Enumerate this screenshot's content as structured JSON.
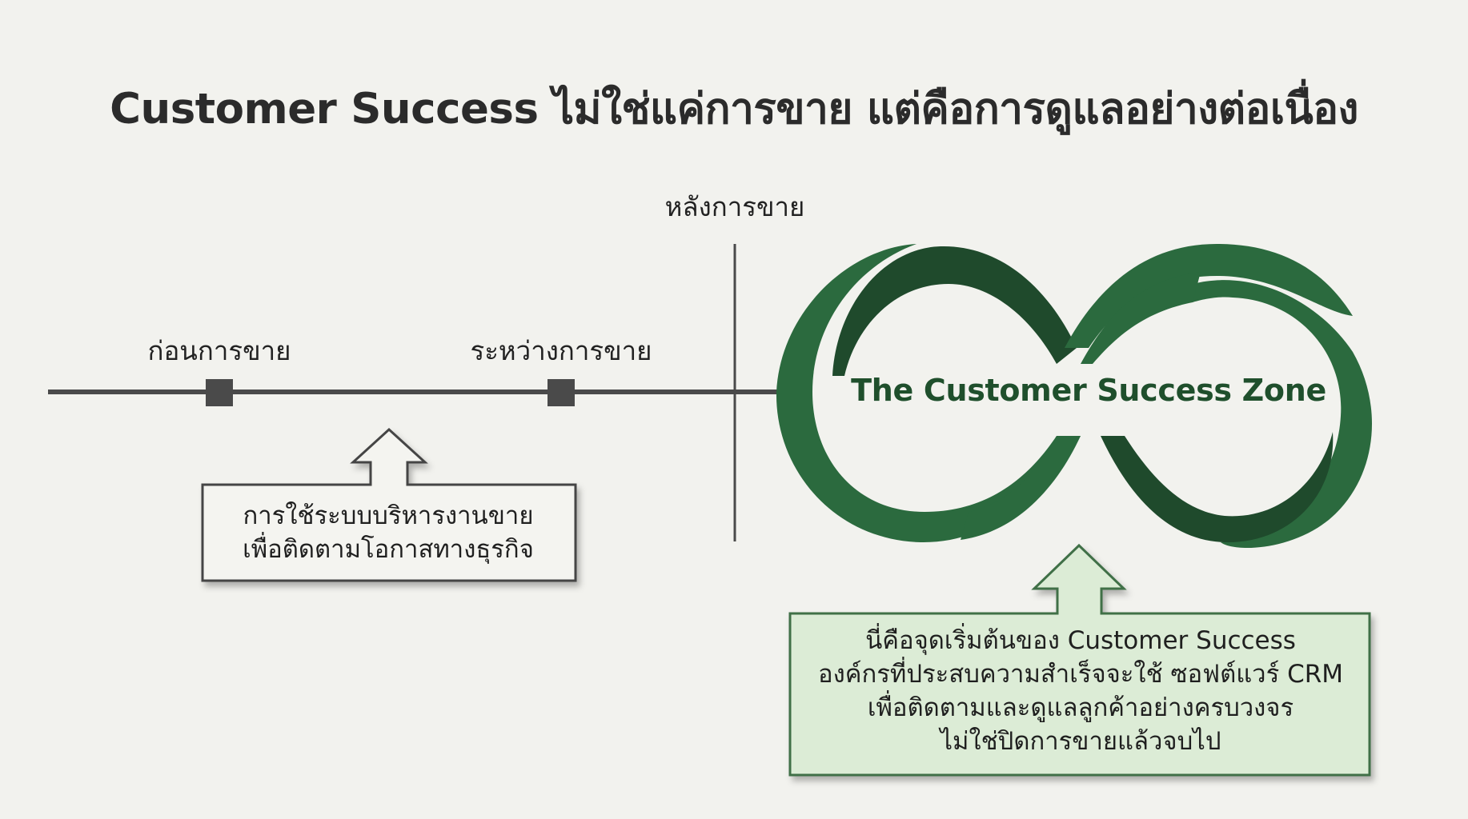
{
  "title": "Customer Success ไม่ใช่แค่การขาย แต่คือการดูแลอย่างต่อเนื่อง",
  "timeline": {
    "stages": [
      {
        "label": "ก่อนการขาย"
      },
      {
        "label": "ระหว่างการขาย"
      },
      {
        "label": "หลังการขาย"
      }
    ]
  },
  "callout_left": {
    "lines": [
      "การใช้ระบบบริหารงานขาย",
      "เพื่อติดตามโอกาสทางธุรกิจ"
    ]
  },
  "infinity": {
    "label": "The Customer Success Zone",
    "icon": "infinity-loop-icon"
  },
  "callout_right": {
    "lines": [
      "นี่คือจุดเริ่มต้นของ Customer Success",
      "องค์กรที่ประสบความสำเร็จจะใช้ ซอฟต์แวร์ CRM",
      "เพื่อติดตามและดูแลลูกค้าอย่างครบวงจร",
      "ไม่ใช่ปิดการขายแล้วจบไป"
    ]
  },
  "colors": {
    "background": "#f2f2ee",
    "timeline": "#4a4a4a",
    "green_dark": "#1f4a2c",
    "green_mid": "#2b6a3e",
    "callout_green_fill": "#dcecd6",
    "callout_green_stroke": "#3f7047"
  }
}
